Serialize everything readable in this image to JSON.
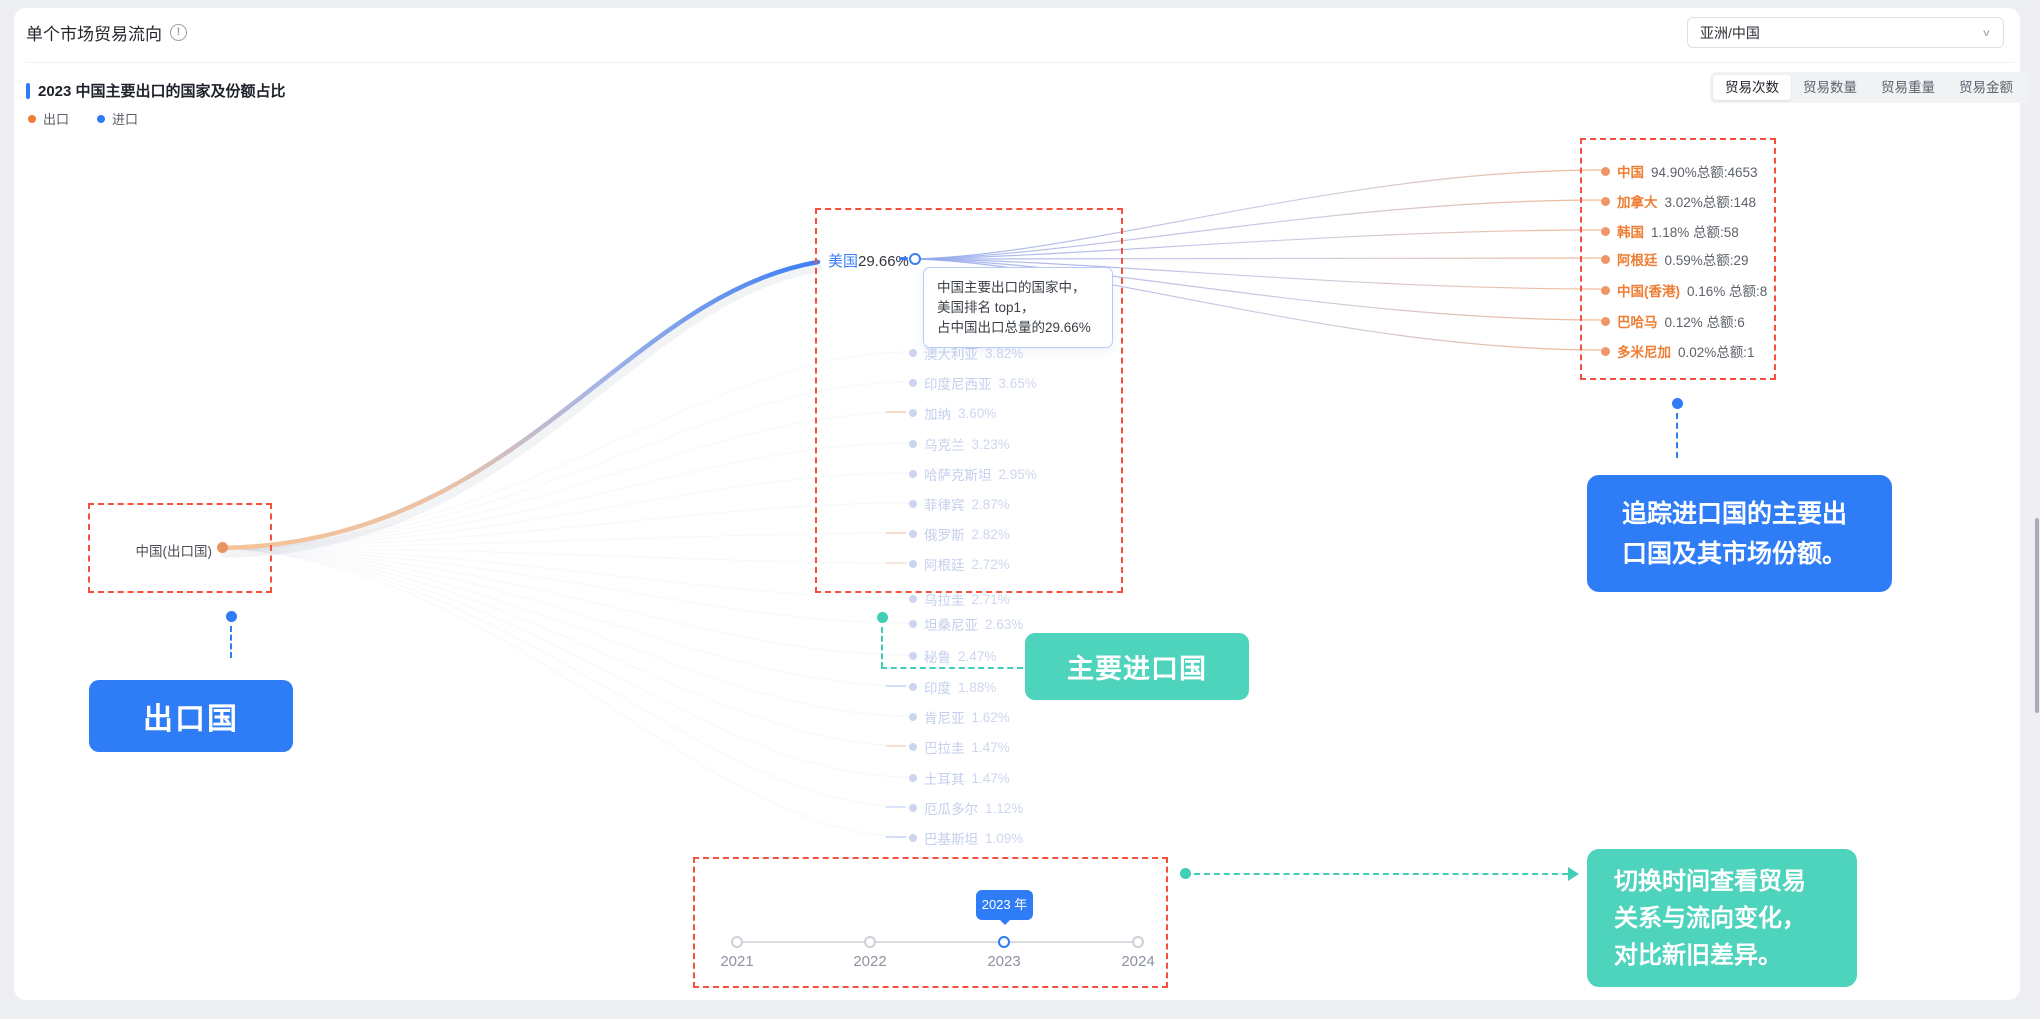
{
  "colors": {
    "accent_blue": "#2e7cf6",
    "accent_orange": "#ee7e33",
    "accent_teal": "#3ecfb6",
    "dashed_frame_red": "#f5503d"
  },
  "header": {
    "title": "单个市场贸易流向",
    "info_glyph": "!"
  },
  "region_select": {
    "value": "亚洲/中国",
    "chevron": "∨"
  },
  "section": {
    "title": "2023 中国主要出口的国家及份额占比"
  },
  "legend": {
    "export_label": "出口",
    "import_label": "进口"
  },
  "metric_tabs": {
    "items": [
      {
        "label": "贸易次数"
      },
      {
        "label": "贸易数量"
      },
      {
        "label": "贸易重量"
      },
      {
        "label": "贸易金额"
      }
    ],
    "active": "贸易次数"
  },
  "flow": {
    "exporter_node": {
      "label": "中国(出口国)"
    },
    "primary_importer": {
      "name": "美国",
      "share": "29.66%"
    },
    "tooltip": {
      "line1": "中国主要出口的国家中，",
      "line2": "美国排名 top1，",
      "line3": "占中国出口总量的29.66%"
    },
    "faded_importers": [
      {
        "name": "澳大利亚",
        "share": "3.82%"
      },
      {
        "name": "印度尼西亚",
        "share": "3.65%"
      },
      {
        "name": "加纳",
        "share": "3.60%"
      },
      {
        "name": "乌克兰",
        "share": "3.23%"
      },
      {
        "name": "哈萨克斯坦",
        "share": "2.95%"
      },
      {
        "name": "菲律宾",
        "share": "2.87%"
      },
      {
        "name": "俄罗斯",
        "share": "2.82%"
      },
      {
        "name": "阿根廷",
        "share": "2.72%"
      },
      {
        "name": "乌拉圭",
        "share": "2.71%"
      },
      {
        "name": "坦桑尼亚",
        "share": "2.63%"
      },
      {
        "name": "秘鲁",
        "share": "2.47%"
      },
      {
        "name": "印度",
        "share": "1.88%"
      },
      {
        "name": "肯尼亚",
        "share": "1.62%"
      },
      {
        "name": "巴拉圭",
        "share": "1.47%"
      },
      {
        "name": "土耳其",
        "share": "1.47%"
      },
      {
        "name": "厄瓜多尔",
        "share": "1.12%"
      },
      {
        "name": "巴基斯坦",
        "share": "1.09%"
      }
    ],
    "reexport_destinations": [
      {
        "name": "中国",
        "value": "94.90%总额:4653"
      },
      {
        "name": "加拿大",
        "value": "3.02%总额:148"
      },
      {
        "name": "韩国",
        "value": "1.18%  总额:58"
      },
      {
        "name": "阿根廷",
        "value": "0.59%总额:29"
      },
      {
        "name": "中国(香港)",
        "value": "0.16% 总额:8"
      },
      {
        "name": "巴哈马",
        "value": "0.12% 总额:6"
      },
      {
        "name": "多米尼加",
        "value": "0.02%总额:1"
      }
    ]
  },
  "callouts": {
    "exporter": "出口国",
    "main_importers": "主要进口国",
    "reexport_note_line1": "追踪进口国的主要出",
    "reexport_note_line2": "口国及其市场份额。",
    "time_note_line1": "切换时间查看贸易",
    "time_note_line2": "关系与流向变化，",
    "time_note_line3": "对比新旧差异。"
  },
  "timeline": {
    "badge": "2023 年",
    "years": [
      "2021",
      "2022",
      "2023",
      "2024"
    ],
    "active_year": "2023"
  }
}
